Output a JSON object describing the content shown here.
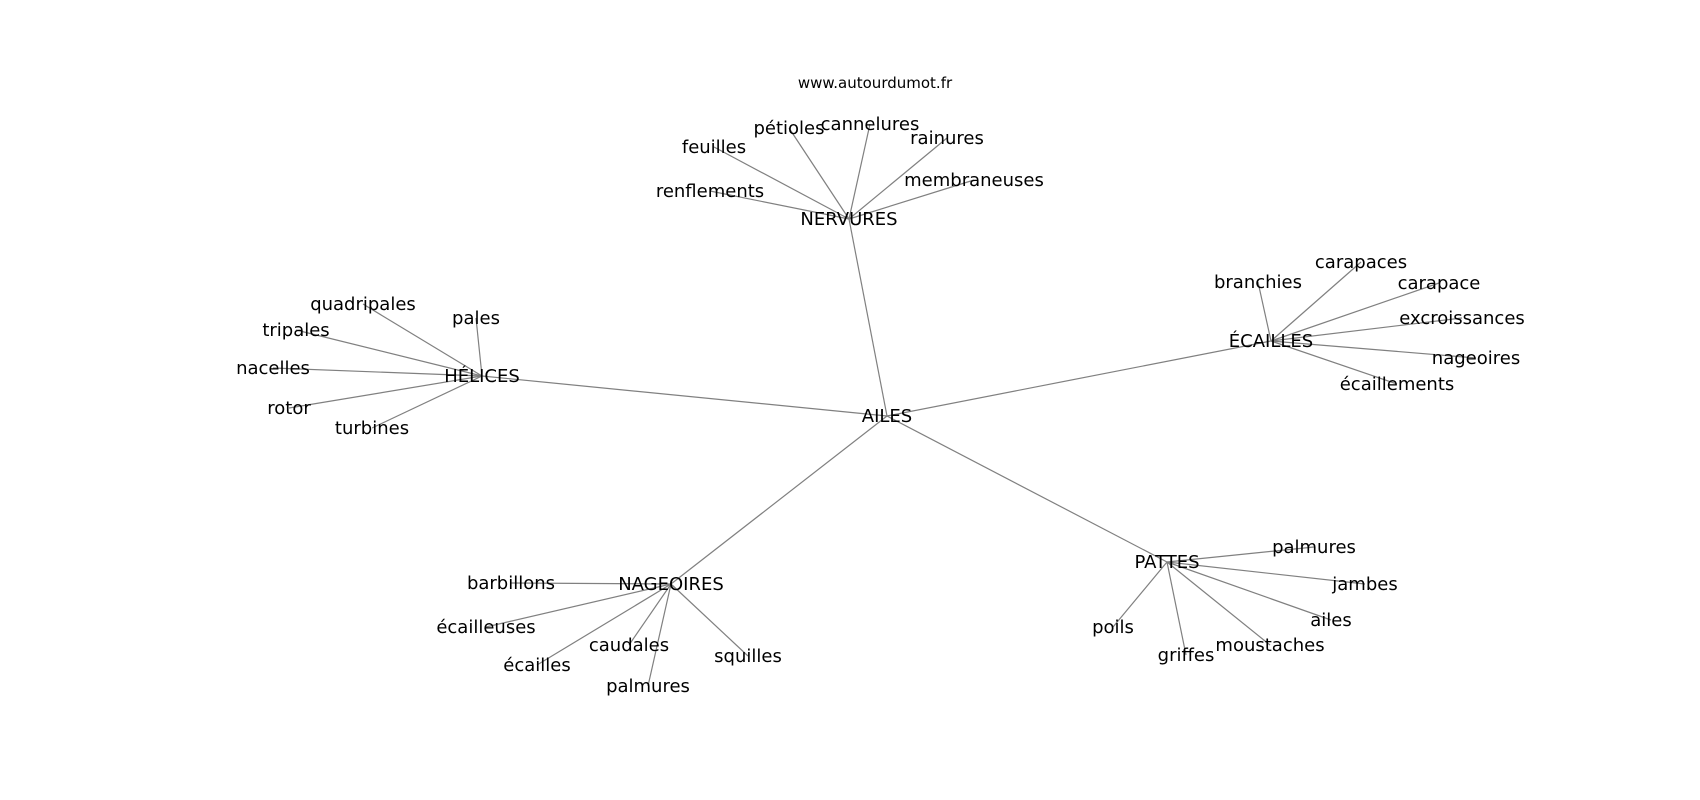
{
  "credit": "www.autourdumot.fr",
  "colors": {
    "edge": "#808080",
    "text": "#000000",
    "background": "#ffffff"
  },
  "graph": {
    "center": "AILES",
    "clusters": [
      {
        "hub": "NERVURES",
        "leaves": [
          "cannelures",
          "pétioles",
          "feuilles",
          "rainures",
          "membraneuses",
          "renflements"
        ]
      },
      {
        "hub": "HÉLICES",
        "leaves": [
          "quadripales",
          "pales",
          "tripales",
          "nacelles",
          "rotor",
          "turbines"
        ]
      },
      {
        "hub": "ÉCAILLES",
        "leaves": [
          "carapaces",
          "branchies",
          "carapace",
          "excroissances",
          "nageoires",
          "écaillements"
        ]
      },
      {
        "hub": "NAGEOIRES",
        "leaves": [
          "barbillons",
          "écailleuses",
          "écailles",
          "caudales",
          "squilles",
          "palmures"
        ]
      },
      {
        "hub": "PATTES",
        "leaves": [
          "palmures",
          "jambes",
          "ailes",
          "poils",
          "griffes",
          "moustaches"
        ]
      }
    ]
  }
}
